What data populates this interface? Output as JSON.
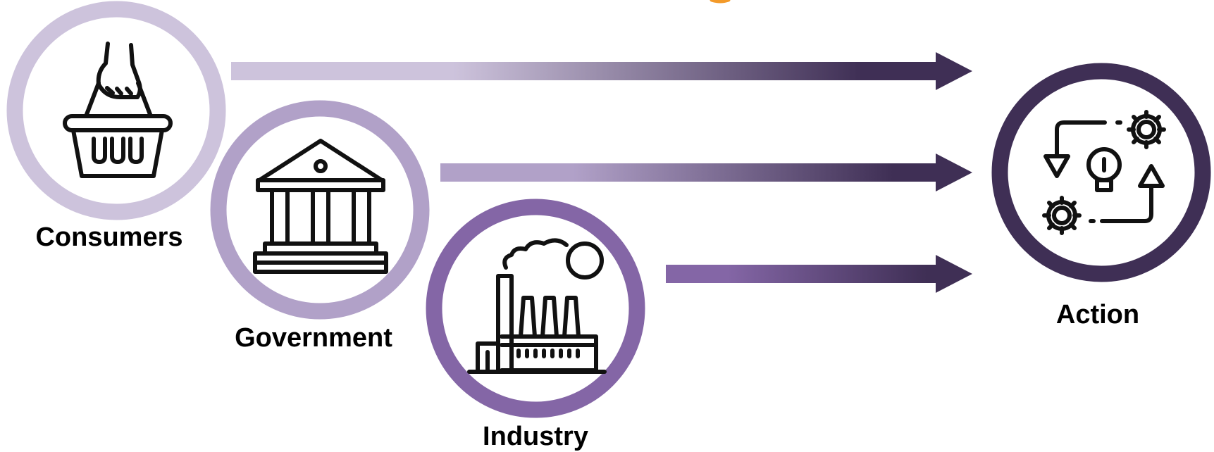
{
  "nodes": {
    "consumers": {
      "label": "Consumers",
      "ring_color": "#cdc3dc",
      "icon": "shopping-basket-icon"
    },
    "government": {
      "label": "Government",
      "ring_color": "#b1a1c8",
      "icon": "government-building-icon"
    },
    "industry": {
      "label": "Industry",
      "ring_color": "#8466a6",
      "icon": "factory-icon"
    },
    "action": {
      "label": "Action",
      "ring_color": "#3f2f55",
      "icon": "process-cycle-gears-icon"
    }
  },
  "arrows": {
    "dark_color": "#3f2f55",
    "consumers_start_color": "#cdc3dc",
    "government_start_color": "#b1a1c8",
    "industry_start_color": "#8466a6"
  },
  "accent": {
    "orange": "#f39a2a"
  }
}
